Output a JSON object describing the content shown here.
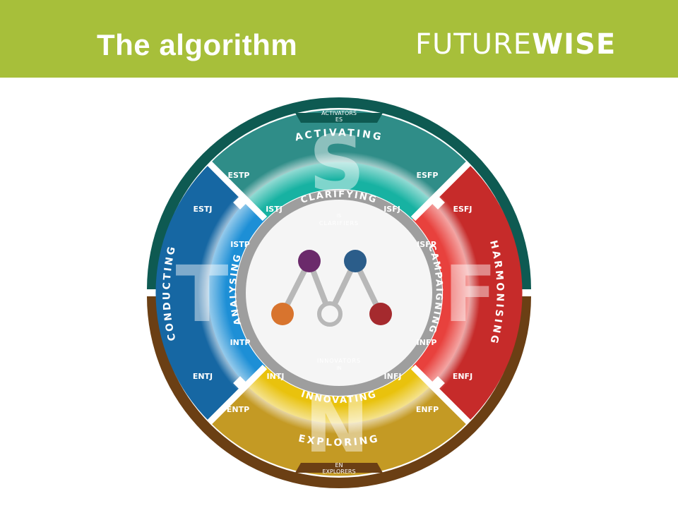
{
  "header": {
    "title": "The algorithm",
    "brand_part1": "FUTURE",
    "brand_part2": "WISE"
  },
  "wheel": {
    "letters": {
      "s": "S",
      "t": "T",
      "f": "F",
      "n": "N"
    },
    "outer_labels": {
      "activating": "ACTIVATING",
      "harmonising": "HARMONISING",
      "exploring": "EXPLORING",
      "conducting": "CONDUCTING"
    },
    "inner_labels": {
      "clarifying": "CLARIFYING",
      "campaigning": "CAMPAIGNING",
      "innovating": "INNOVATING",
      "analysing": "ANALYSING"
    },
    "tabs": {
      "top_line1": "ACTIVATORS",
      "top_line2": "ES",
      "bottom_line1": "EN",
      "bottom_line2": "EXPLORERS"
    },
    "inner_tags": {
      "top_line1": "IS",
      "top_line2": "CLARIFIERS",
      "bottom_line1": "INNOVATORS",
      "bottom_line2": "IN"
    },
    "types": {
      "estp": "ESTP",
      "esfp": "ESFP",
      "estj": "ESTJ",
      "esfj": "ESFJ",
      "istj": "ISTJ",
      "isfj": "ISFJ",
      "istp": "ISTP",
      "isfp": "ISFP",
      "intp": "INTP",
      "infp": "INFP",
      "intj": "INTJ",
      "infj": "INFJ",
      "entj": "ENTJ",
      "enfj": "ENFJ",
      "entp": "ENTP",
      "enfp": "ENFP"
    },
    "colors": {
      "teal": "#2f8d88",
      "teal_light": "#17b2a2",
      "red": "#c62b2a",
      "red_light": "#e8413d",
      "gold": "#c49a24",
      "gold_light": "#e9c20d",
      "blue": "#1667a3",
      "blue_light": "#1d8fd6",
      "rim_green": "#0e5a52",
      "rim_brown": "#6b3f14"
    }
  }
}
